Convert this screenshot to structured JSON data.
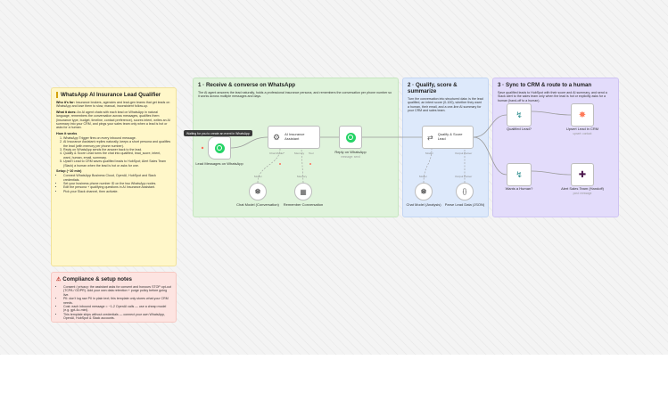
{
  "notes": {
    "about": {
      "title": "WhatsApp AI Insurance Lead Qualifier",
      "who_label": "Who it's for:",
      "who_text": "Insurance brokers, agencies and lead-gen teams that get leads on WhatsApp and lose them to slow, manual, inconsistent follow-up.",
      "what_label": "What it does:",
      "what_text": "An AI agent chats with each lead on WhatsApp in natural language, remembers the conversation across messages, qualifies them (insurance type, budget, timeline, contact preference), scores intent, writes an AI summary into your CRM, and pings your sales team only when a lead is hot or asks for a human.",
      "how_title": "How it works",
      "how_steps": [
        "WhatsApp Trigger fires on every inbound message.",
        "AI Insurance Assistant replies naturally, keeps a short persona and qualifies the lead (with memory per phone number).",
        "Reply on WhatsApp sends the answer back to the lead.",
        "Qualify & Score Lead turns the chat into qualified, lead_score, intent, want_human, email, summary.",
        "Upsert Lead to CRM saves qualified leads to HubSpot; Alert Sales Team (Slack) a human when the lead is hot or asks for one."
      ],
      "setup_title": "Setup (~10 min)",
      "setup_steps": [
        "Connect WhatsApp Business Cloud, OpenAI, HubSpot and Slack credentials.",
        "Set your business phone number ID on the two WhatsApp nodes.",
        "Edit the persona + qualifying questions in AI Insurance Assistant.",
        "Pick your Slack channel, then activate."
      ]
    },
    "compliance": {
      "title": "Compliance & setup notes",
      "items": [
        "Consent / privacy: the assistant asks for consent and honours STOP opt-out (TCPA / GDPR). Add your own data retention + purge policy before going live.",
        "PII: don't log raw PII in plain text; this template only stores what your CRM needs.",
        "Cost: each inbound message = ~1-2 OpenAI calls — use a cheap model (e.g. gpt-4o-mini).",
        "This template ships without credentials — connect your own WhatsApp, OpenAI, HubSpot & Slack accounts."
      ]
    }
  },
  "sections": {
    "s1": {
      "title": "1 · Receive & converse on WhatsApp",
      "desc": "The AI agent answers the lead naturally, holds a professional insurance persona, and remembers the conversation per phone number so it works across multiple messages and days."
    },
    "s2": {
      "title": "2 · Qualify, score & summarize",
      "desc": "Turn the conversation into structured data: is the lead qualified, an intent score (0-100), whether they want a human, their email, and a one-line AI summary for your CRM and sales team."
    },
    "s3": {
      "title": "3 · Sync to CRM & route to a human",
      "desc": "Save qualified leads to HubSpot with their score and AI summary, and send a Slack alert to the sales team only when the lead is hot or explicitly asks for a human (hand-off to a human)."
    }
  },
  "trigger_tag": "Waiting for you to create an event in WhatsApp",
  "nodes": {
    "trigger": {
      "label": "Lead Messages on WhatsApp"
    },
    "agent": {
      "label": "AI Insurance Assistant"
    },
    "reply": {
      "label": "Reply on WhatsApp",
      "sub": "message: send"
    },
    "qualify": {
      "label": "Qualify & Score Lead"
    },
    "chat_model_1": {
      "label": "Chat Model (Conversation)"
    },
    "memory": {
      "label": "Remember Conversation"
    },
    "chat_model_2": {
      "label": "Chat Model (Analysis)"
    },
    "parser": {
      "label": "Parse Lead Data (JSON)"
    },
    "if_qualified": {
      "label": "Qualified Lead?"
    },
    "hubspot": {
      "label": "Upsert Lead in CRM",
      "sub": "upsert: contact"
    },
    "if_human": {
      "label": "Wants a Human?"
    },
    "slack": {
      "label": "Alert Sales Team (Handoff)",
      "sub": "post: message"
    }
  },
  "ports": {
    "chat_model": "Chat Model*",
    "memory": "Memory",
    "tool": "Tool",
    "model": "Model",
    "output_parser": "Output Parser"
  },
  "colors": {
    "whatsapp": "#25d366",
    "hubspot": "#ff7a59",
    "note_yellow": "#fff7c9",
    "note_red": "#fde4e1",
    "section_green": "#dff3db",
    "section_blue": "#dde9fb",
    "section_purple": "#e3dcfb"
  }
}
